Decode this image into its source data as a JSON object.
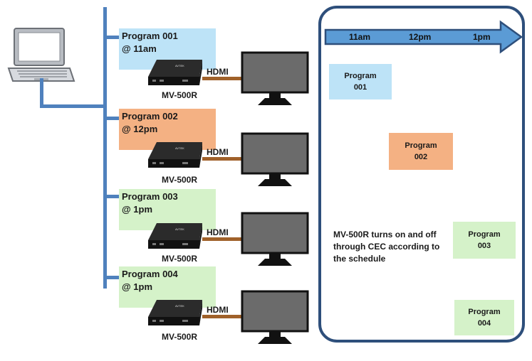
{
  "colors": {
    "bus": "#4f81bd",
    "program_001": "#bde3f7",
    "program_002": "#f4b183",
    "program_003": "#d5f2c9",
    "program_004": "#d5f2c9",
    "hdmi_cable": "#a0612a",
    "schedule_border": "#2e4f7b"
  },
  "players": [
    {
      "program": "Program 001",
      "time": "@ 11am",
      "device": "MV-500R",
      "cable": "HDMI"
    },
    {
      "program": "Program 002",
      "time": "@ 12pm",
      "device": "MV-500R",
      "cable": "HDMI"
    },
    {
      "program": "Program 003",
      "time": "@ 1pm",
      "device": "MV-500R",
      "cable": "HDMI"
    },
    {
      "program": "Program 004",
      "time": "@ 1pm",
      "device": "MV-500R",
      "cable": "HDMI"
    }
  ],
  "schedule": {
    "timeline": [
      "11am",
      "12pm",
      "1pm"
    ],
    "boxes": [
      {
        "line1": "Program",
        "line2": "001"
      },
      {
        "line1": "Program",
        "line2": "002"
      },
      {
        "line1": "Program",
        "line2": "003"
      },
      {
        "line1": "Program",
        "line2": "004"
      }
    ],
    "note": "MV-500R turns on and off through CEC according to the schedule"
  },
  "icons": {
    "laptop": "laptop-icon",
    "player": "media-player-icon",
    "monitor": "monitor-icon"
  }
}
